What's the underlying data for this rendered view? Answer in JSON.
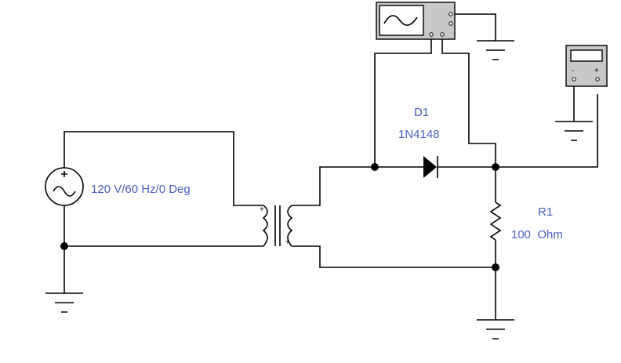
{
  "source": {
    "label": "120 V/60 Hz/0 Deg"
  },
  "transformer": {
    "primary_polarity": "+",
    "secondary_polarity": "+"
  },
  "diode": {
    "ref": "D1",
    "model": "1N4148"
  },
  "resistor": {
    "ref": "R1",
    "value": "100  Ohm"
  },
  "multimeter": {
    "neg_terminal": "-",
    "pos_terminal": "+"
  },
  "colors": {
    "label": "#4a5fc0",
    "wire": "#000000",
    "instrument_body": "#c8c8c8"
  }
}
